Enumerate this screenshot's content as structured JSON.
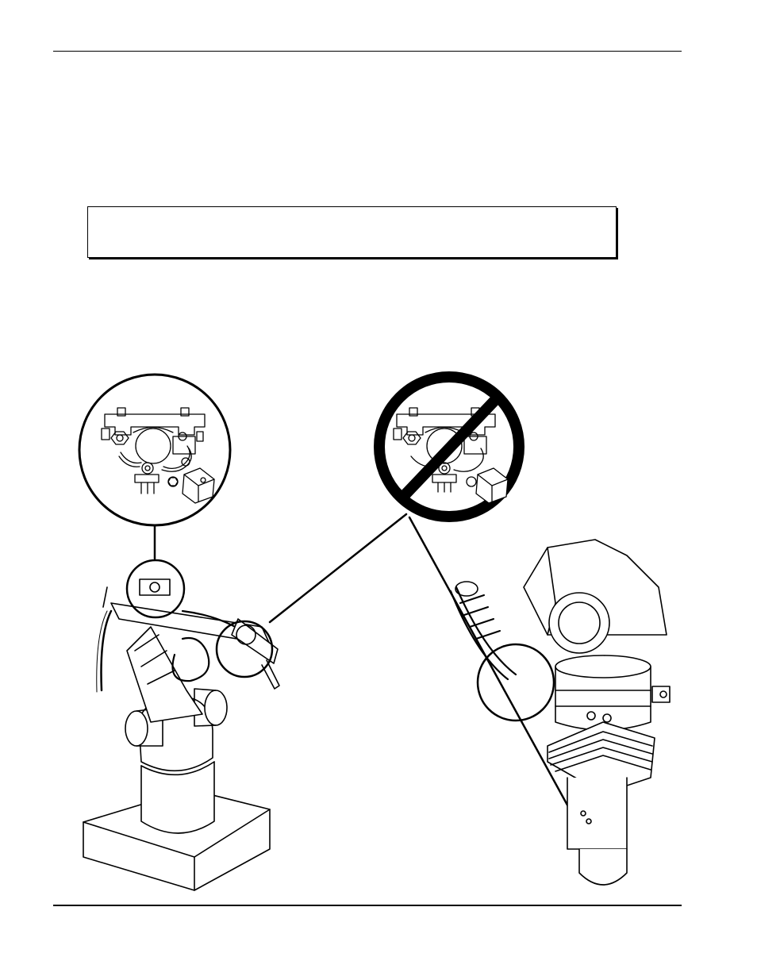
{
  "page": {
    "note_box": {
      "text": ""
    }
  },
  "figure": {
    "left_inset": {
      "icon": "valve-assembly-detail",
      "status": "correct"
    },
    "right_inset": {
      "icon": "valve-assembly-detail",
      "status": "incorrect",
      "overlay": "prohibited-icon"
    },
    "left_robot": {
      "icon": "welding-robot-arm"
    },
    "right_robot": {
      "icon": "robot-wrist-closeup"
    },
    "colors": {
      "line": "#000000",
      "background": "#ffffff"
    }
  }
}
